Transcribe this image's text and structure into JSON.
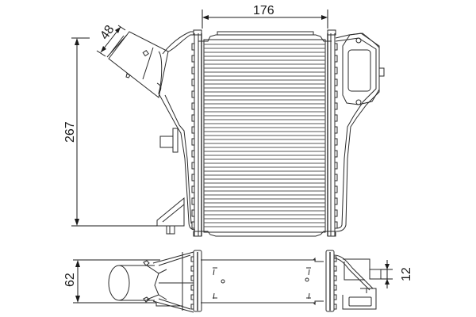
{
  "drawing": {
    "title": "Intercooler technical drawing",
    "background": "#ffffff",
    "line_color": "#2a2a2a",
    "views": [
      "front-view",
      "top-view"
    ],
    "dimensions": {
      "width": "176",
      "height": "267",
      "inlet_diameter": "48",
      "depth": "62",
      "outlet_offset": "12"
    }
  }
}
